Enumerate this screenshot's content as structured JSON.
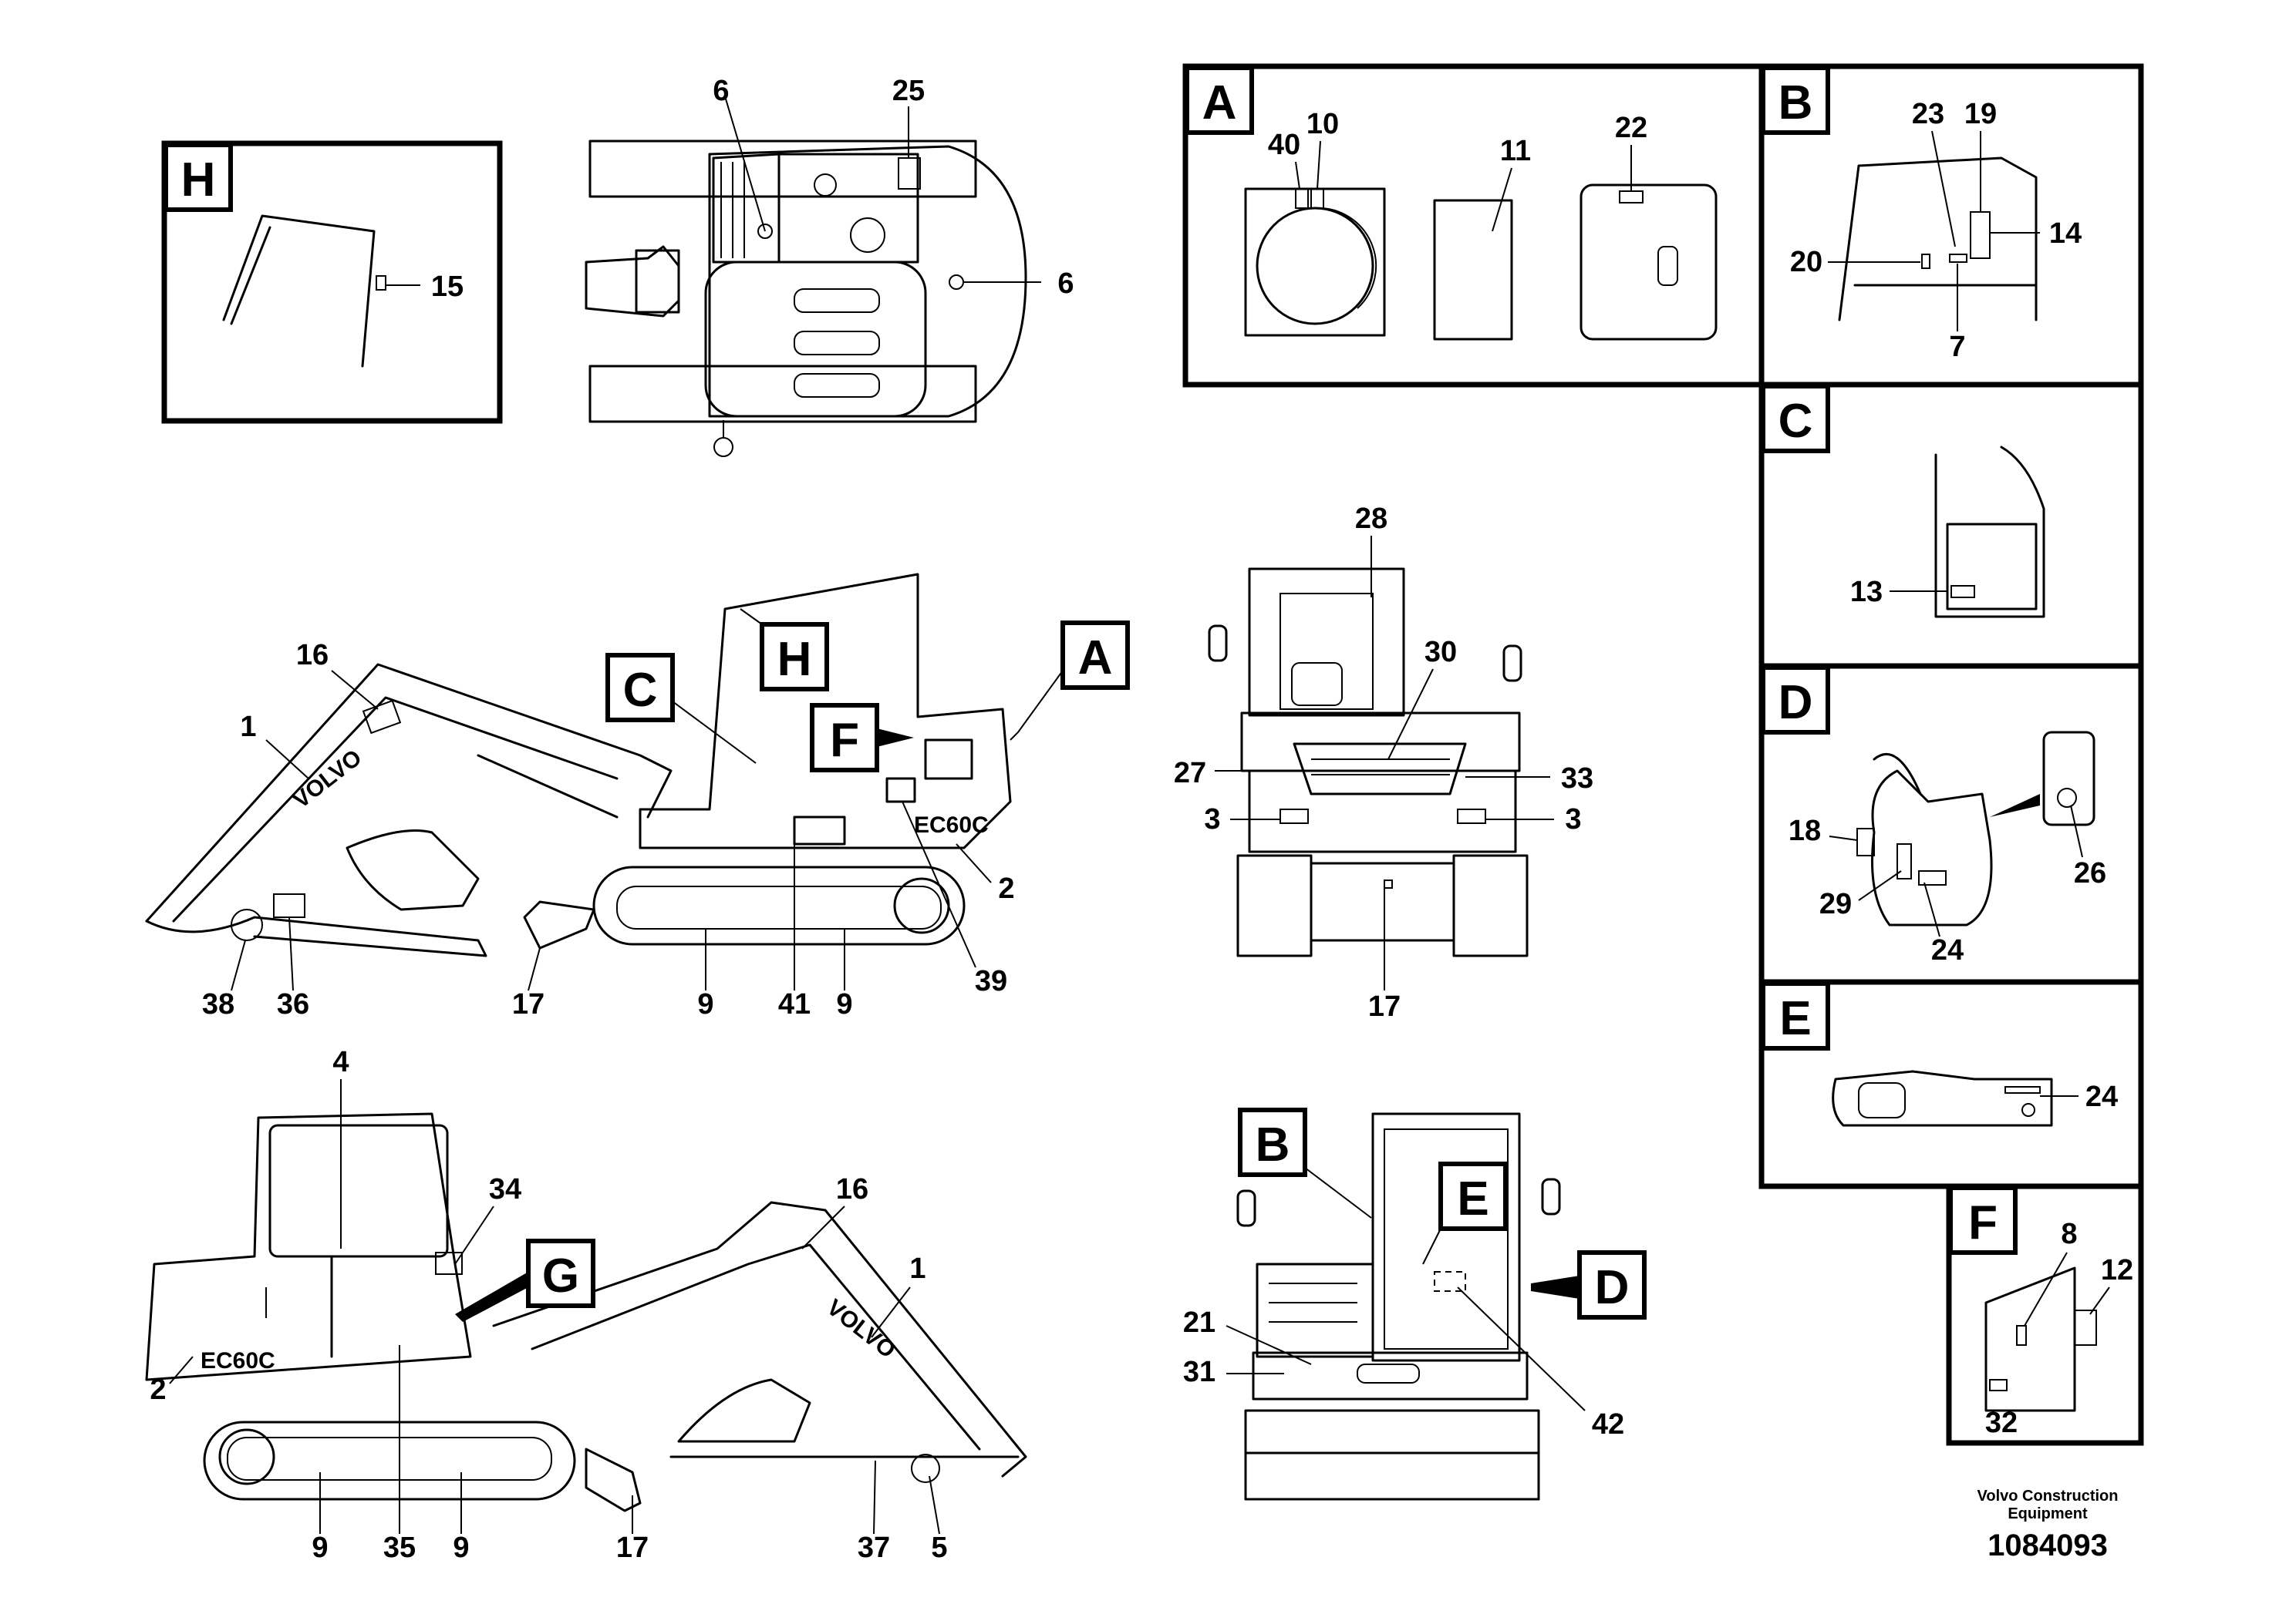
{
  "panels": {
    "A": "A",
    "B": "B",
    "C": "C",
    "D": "D",
    "E": "E",
    "F": "F",
    "H": "H"
  },
  "callouts": {
    "G": "G"
  },
  "parts": {
    "p1": "1",
    "p2": "2",
    "p3": "3",
    "p4": "4",
    "p5": "5",
    "p6": "6",
    "p7": "7",
    "p8": "8",
    "p9": "9",
    "p10": "10",
    "p11": "11",
    "p12": "12",
    "p13": "13",
    "p14": "14",
    "p15": "15",
    "p16": "16",
    "p17": "17",
    "p18": "18",
    "p19": "19",
    "p20": "20",
    "p21": "21",
    "p22": "22",
    "p23": "23",
    "p24": "24",
    "p25": "25",
    "p26": "26",
    "p27": "27",
    "p28": "28",
    "p29": "29",
    "p30": "30",
    "p31": "31",
    "p32": "32",
    "p33": "33",
    "p34": "34",
    "p35": "35",
    "p36": "36",
    "p37": "37",
    "p38": "38",
    "p39": "39",
    "p40": "40",
    "p41": "41",
    "p42": "42"
  },
  "machine_markings": {
    "brand": "VOLVO",
    "model": "EC60C"
  },
  "footer": {
    "company_line1": "Volvo Construction",
    "company_line2": "Equipment",
    "document_number": "1084093"
  }
}
